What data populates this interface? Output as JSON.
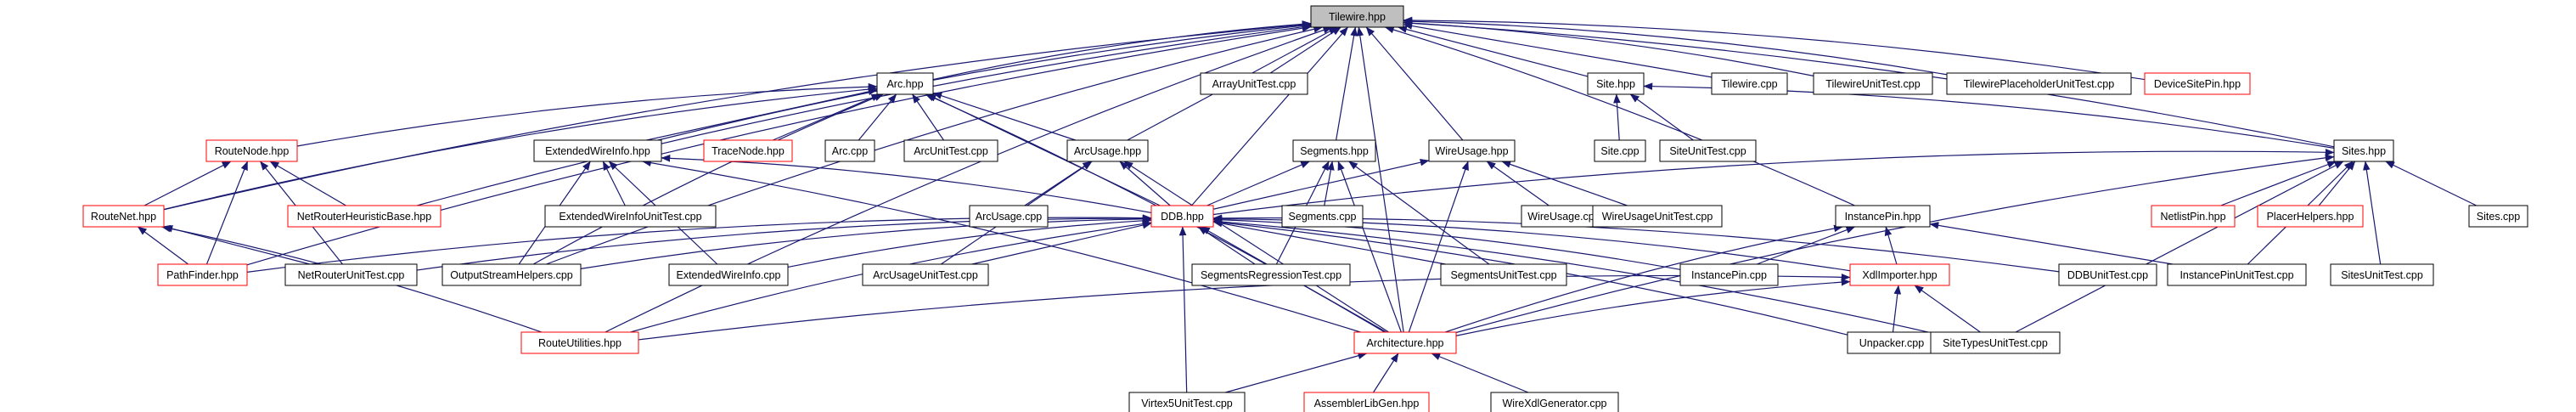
{
  "nodes": {
    "tilewire_hpp": {
      "label": "Tilewire.hpp",
      "style": "root"
    },
    "arc_hpp": {
      "label": "Arc.hpp",
      "style": "normal"
    },
    "arrayunittest_cpp": {
      "label": "ArrayUnitTest.cpp",
      "style": "normal"
    },
    "site_hpp": {
      "label": "Site.hpp",
      "style": "normal"
    },
    "tilewire_cpp": {
      "label": "Tilewire.cpp",
      "style": "normal"
    },
    "tilewireunittest_cpp": {
      "label": "TilewireUnitTest.cpp",
      "style": "normal"
    },
    "tilewireplaceholderunittest_cpp": {
      "label": "TilewirePlaceholderUnitTest.cpp",
      "style": "normal"
    },
    "devicesitepin_hpp": {
      "label": "DeviceSitePin.hpp",
      "style": "red"
    },
    "routenode_hpp": {
      "label": "RouteNode.hpp",
      "style": "red"
    },
    "extendedwireinfo_hpp": {
      "label": "ExtendedWireInfo.hpp",
      "style": "normal"
    },
    "tracenode_hpp": {
      "label": "TraceNode.hpp",
      "style": "red"
    },
    "arc_cpp": {
      "label": "Arc.cpp",
      "style": "normal"
    },
    "arcunittest_cpp": {
      "label": "ArcUnitTest.cpp",
      "style": "normal"
    },
    "arcusage_hpp": {
      "label": "ArcUsage.hpp",
      "style": "normal"
    },
    "segments_hpp": {
      "label": "Segments.hpp",
      "style": "normal"
    },
    "wireusage_hpp": {
      "label": "WireUsage.hpp",
      "style": "normal"
    },
    "site_cpp": {
      "label": "Site.cpp",
      "style": "normal"
    },
    "siteunittest_cpp": {
      "label": "SiteUnitTest.cpp",
      "style": "normal"
    },
    "sites_hpp": {
      "label": "Sites.hpp",
      "style": "normal"
    },
    "routenet_hpp": {
      "label": "RouteNet.hpp",
      "style": "red"
    },
    "netrouterheuristicbase_hpp": {
      "label": "NetRouterHeuristicBase.hpp",
      "style": "red"
    },
    "extendedwireinfounittest_cpp": {
      "label": "ExtendedWireInfoUnitTest.cpp",
      "style": "normal"
    },
    "arcusage_cpp": {
      "label": "ArcUsage.cpp",
      "style": "normal"
    },
    "ddb_hpp": {
      "label": "DDB.hpp",
      "style": "red"
    },
    "segments_cpp": {
      "label": "Segments.cpp",
      "style": "normal"
    },
    "wireusage_cpp": {
      "label": "WireUsage.cpp",
      "style": "normal"
    },
    "wireusageunittest_cpp": {
      "label": "WireUsageUnitTest.cpp",
      "style": "normal"
    },
    "instancepin_hpp": {
      "label": "InstancePin.hpp",
      "style": "normal"
    },
    "netlistpin_hpp": {
      "label": "NetlistPin.hpp",
      "style": "red"
    },
    "placerhelpers_hpp": {
      "label": "PlacerHelpers.hpp",
      "style": "red"
    },
    "sites_cpp": {
      "label": "Sites.cpp",
      "style": "normal"
    },
    "pathfinder_hpp": {
      "label": "PathFinder.hpp",
      "style": "red"
    },
    "netrouterunittest_cpp": {
      "label": "NetRouterUnitTest.cpp",
      "style": "normal"
    },
    "outputstreamhelpers_cpp": {
      "label": "OutputStreamHelpers.cpp",
      "style": "normal"
    },
    "extendedwireinfo_cpp": {
      "label": "ExtendedWireInfo.cpp",
      "style": "normal"
    },
    "arcusageunittest_cpp": {
      "label": "ArcUsageUnitTest.cpp",
      "style": "normal"
    },
    "segmentsregressiontest_cpp": {
      "label": "SegmentsRegressionTest.cpp",
      "style": "normal"
    },
    "segmentsunittest_cpp": {
      "label": "SegmentsUnitTest.cpp",
      "style": "normal"
    },
    "instancepin_cpp": {
      "label": "InstancePin.cpp",
      "style": "normal"
    },
    "xdlimporter_hpp": {
      "label": "XdlImporter.hpp",
      "style": "red"
    },
    "ddbunittest_cpp": {
      "label": "DDBUnitTest.cpp",
      "style": "normal"
    },
    "instancepinunittest_cpp": {
      "label": "InstancePinUnitTest.cpp",
      "style": "normal"
    },
    "sitesunittest_cpp": {
      "label": "SitesUnitTest.cpp",
      "style": "normal"
    },
    "routeutilities_hpp": {
      "label": "RouteUtilities.hpp",
      "style": "red"
    },
    "architecture_hpp": {
      "label": "Architecture.hpp",
      "style": "red"
    },
    "unpacker_cpp": {
      "label": "Unpacker.cpp",
      "style": "normal"
    },
    "sitetypesunittest_cpp": {
      "label": "SiteTypesUnitTest.cpp",
      "style": "normal"
    },
    "virtex5unittest_cpp": {
      "label": "Virtex5UnitTest.cpp",
      "style": "normal"
    },
    "assemblerlibgen_hpp": {
      "label": "AssemblerLibGen.hpp",
      "style": "red"
    },
    "wirexdlgenerator_cpp": {
      "label": "WireXdlGenerator.cpp",
      "style": "normal"
    }
  },
  "colors": {
    "edge": "#191970",
    "node_border_normal": "#000000",
    "node_border_red": "#ff0000",
    "root_fill": "#bfbfbf",
    "node_fill": "#ffffff"
  },
  "edges": [
    [
      "arc_hpp",
      "tilewire_hpp"
    ],
    [
      "arrayunittest_cpp",
      "tilewire_hpp"
    ],
    [
      "site_hpp",
      "tilewire_hpp"
    ],
    [
      "tilewire_cpp",
      "tilewire_hpp"
    ],
    [
      "tilewireunittest_cpp",
      "tilewire_hpp"
    ],
    [
      "tilewireplaceholderunittest_cpp",
      "tilewire_hpp"
    ],
    [
      "devicesitepin_hpp",
      "tilewire_hpp"
    ],
    [
      "extendedwireinfo_hpp",
      "tilewire_hpp"
    ],
    [
      "arcusage_hpp",
      "tilewire_hpp"
    ],
    [
      "segments_hpp",
      "tilewire_hpp"
    ],
    [
      "wireusage_hpp",
      "tilewire_hpp"
    ],
    [
      "sites_hpp",
      "tilewire_hpp"
    ],
    [
      "routenet_hpp",
      "tilewire_hpp"
    ],
    [
      "netrouterheuristicbase_hpp",
      "tilewire_hpp"
    ],
    [
      "ddb_hpp",
      "tilewire_hpp"
    ],
    [
      "instancepin_hpp",
      "tilewire_hpp"
    ],
    [
      "pathfinder_hpp",
      "tilewire_hpp"
    ],
    [
      "outputstreamhelpers_cpp",
      "tilewire_hpp"
    ],
    [
      "architecture_hpp",
      "tilewire_hpp"
    ],
    [
      "routeutilities_hpp",
      "tilewire_hpp"
    ],
    [
      "routenode_hpp",
      "arc_hpp"
    ],
    [
      "extendedwireinfo_hpp",
      "arc_hpp"
    ],
    [
      "tracenode_hpp",
      "arc_hpp"
    ],
    [
      "arc_cpp",
      "arc_hpp"
    ],
    [
      "arcunittest_cpp",
      "arc_hpp"
    ],
    [
      "arcusage_hpp",
      "arc_hpp"
    ],
    [
      "routenet_hpp",
      "arc_hpp"
    ],
    [
      "ddb_hpp",
      "arc_hpp"
    ],
    [
      "outputstreamhelpers_cpp",
      "arc_hpp"
    ],
    [
      "architecture_hpp",
      "arc_hpp"
    ],
    [
      "site_cpp",
      "site_hpp"
    ],
    [
      "siteunittest_cpp",
      "site_hpp"
    ],
    [
      "sites_hpp",
      "site_hpp"
    ],
    [
      "routenet_hpp",
      "routenode_hpp"
    ],
    [
      "netrouterheuristicbase_hpp",
      "routenode_hpp"
    ],
    [
      "pathfinder_hpp",
      "routenode_hpp"
    ],
    [
      "netrouterunittest_cpp",
      "routenode_hpp"
    ],
    [
      "extendedwireinfounittest_cpp",
      "extendedwireinfo_hpp"
    ],
    [
      "ddb_hpp",
      "extendedwireinfo_hpp"
    ],
    [
      "outputstreamhelpers_cpp",
      "extendedwireinfo_hpp"
    ],
    [
      "extendedwireinfo_cpp",
      "extendedwireinfo_hpp"
    ],
    [
      "architecture_hpp",
      "extendedwireinfo_hpp"
    ],
    [
      "arcusage_cpp",
      "arcusage_hpp"
    ],
    [
      "ddb_hpp",
      "arcusage_hpp"
    ],
    [
      "arcusageunittest_cpp",
      "arcusage_hpp"
    ],
    [
      "architecture_hpp",
      "arcusage_hpp"
    ],
    [
      "ddb_hpp",
      "segments_hpp"
    ],
    [
      "segments_cpp",
      "segments_hpp"
    ],
    [
      "segmentsregressiontest_cpp",
      "segments_hpp"
    ],
    [
      "segmentsunittest_cpp",
      "segments_hpp"
    ],
    [
      "architecture_hpp",
      "segments_hpp"
    ],
    [
      "ddb_hpp",
      "wireusage_hpp"
    ],
    [
      "wireusage_cpp",
      "wireusage_hpp"
    ],
    [
      "wireusageunittest_cpp",
      "wireusage_hpp"
    ],
    [
      "architecture_hpp",
      "wireusage_hpp"
    ],
    [
      "ddb_hpp",
      "sites_hpp"
    ],
    [
      "netlistpin_hpp",
      "sites_hpp"
    ],
    [
      "placerhelpers_hpp",
      "sites_hpp"
    ],
    [
      "sites_cpp",
      "sites_hpp"
    ],
    [
      "sitesunittest_cpp",
      "sites_hpp"
    ],
    [
      "instancepinunittest_cpp",
      "sites_hpp"
    ],
    [
      "architecture_hpp",
      "sites_hpp"
    ],
    [
      "sitetypesunittest_cpp",
      "sites_hpp"
    ],
    [
      "pathfinder_hpp",
      "routenet_hpp"
    ],
    [
      "netrouterunittest_cpp",
      "routenet_hpp"
    ],
    [
      "routeutilities_hpp",
      "routenet_hpp"
    ],
    [
      "pathfinder_hpp",
      "ddb_hpp"
    ],
    [
      "netrouterunittest_cpp",
      "ddb_hpp"
    ],
    [
      "outputstreamhelpers_cpp",
      "ddb_hpp"
    ],
    [
      "extendedwireinfo_cpp",
      "ddb_hpp"
    ],
    [
      "arcusageunittest_cpp",
      "ddb_hpp"
    ],
    [
      "segmentsregressiontest_cpp",
      "ddb_hpp"
    ],
    [
      "segmentsunittest_cpp",
      "ddb_hpp"
    ],
    [
      "instancepin_cpp",
      "ddb_hpp"
    ],
    [
      "xdlimporter_hpp",
      "ddb_hpp"
    ],
    [
      "ddbunittest_cpp",
      "ddb_hpp"
    ],
    [
      "routeutilities_hpp",
      "ddb_hpp"
    ],
    [
      "architecture_hpp",
      "ddb_hpp"
    ],
    [
      "unpacker_cpp",
      "ddb_hpp"
    ],
    [
      "sitetypesunittest_cpp",
      "ddb_hpp"
    ],
    [
      "virtex5unittest_cpp",
      "ddb_hpp"
    ],
    [
      "instancepin_cpp",
      "instancepin_hpp"
    ],
    [
      "xdlimporter_hpp",
      "instancepin_hpp"
    ],
    [
      "instancepinunittest_cpp",
      "instancepin_hpp"
    ],
    [
      "architecture_hpp",
      "instancepin_hpp"
    ],
    [
      "routeutilities_hpp",
      "xdlimporter_hpp"
    ],
    [
      "architecture_hpp",
      "xdlimporter_hpp"
    ],
    [
      "unpacker_cpp",
      "xdlimporter_hpp"
    ],
    [
      "sitetypesunittest_cpp",
      "xdlimporter_hpp"
    ],
    [
      "virtex5unittest_cpp",
      "architecture_hpp"
    ],
    [
      "assemblerlibgen_hpp",
      "architecture_hpp"
    ],
    [
      "wirexdlgenerator_cpp",
      "architecture_hpp"
    ]
  ]
}
